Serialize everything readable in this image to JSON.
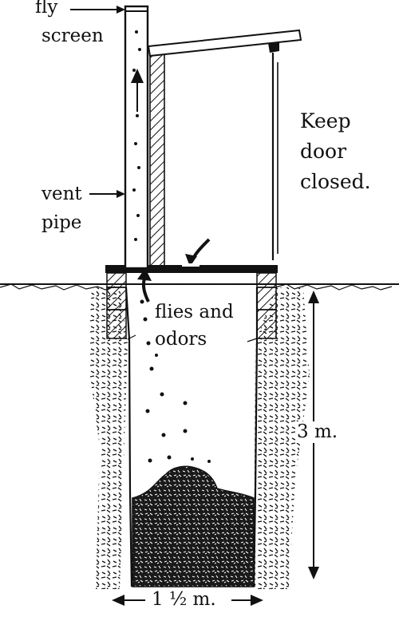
{
  "labels": {
    "fly_screen_1": "fly",
    "fly_screen_2": "screen",
    "vent_pipe_1": "vent",
    "vent_pipe_2": "pipe",
    "keep_door_1": "Keep",
    "keep_door_2": "door",
    "keep_door_3": "closed.",
    "flies_odors_1": "flies and",
    "flies_odors_2": "odors",
    "depth": "3 m.",
    "width": "1 ½ m."
  },
  "colors": {
    "ink": "#111111",
    "background": "#ffffff"
  }
}
